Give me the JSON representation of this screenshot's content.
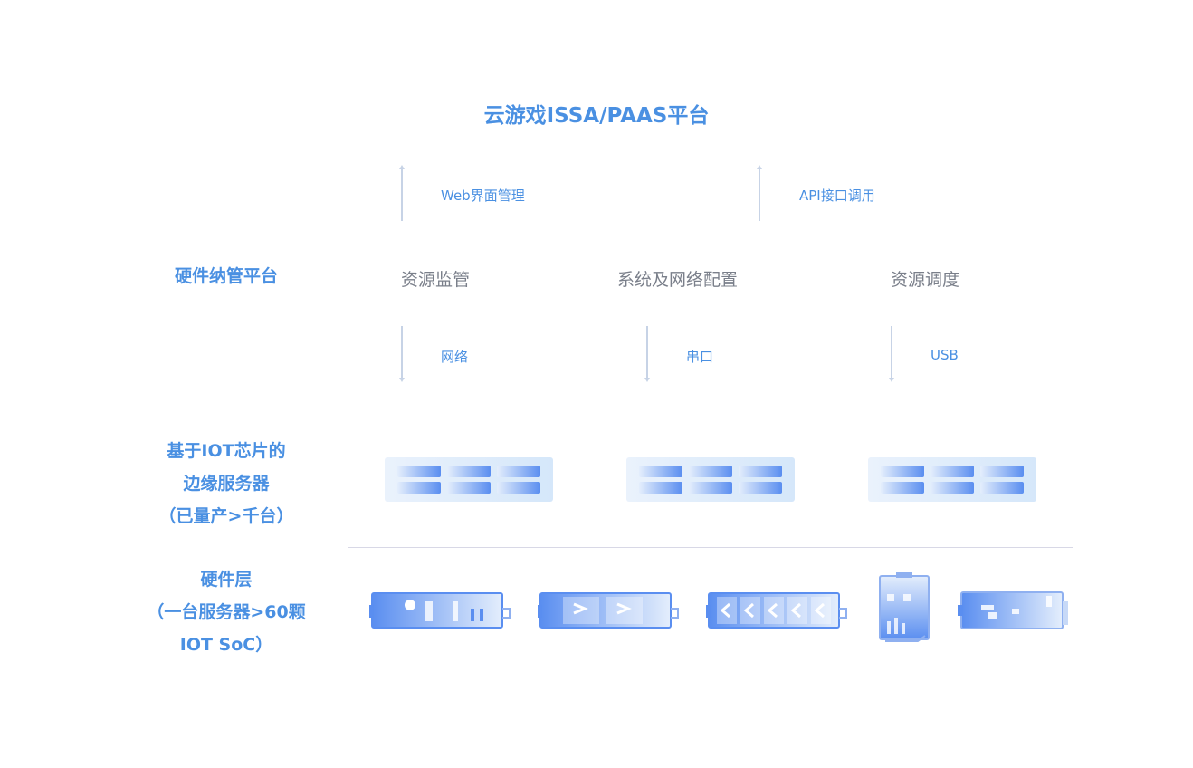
{
  "title": "云游戏ISSA/PAAS平台",
  "interfaces": [
    {
      "label": "Web界面管理"
    },
    {
      "label": "API接口调用"
    }
  ],
  "layers": {
    "management": "硬件纳管平台",
    "edge": [
      "基于IOT芯片的",
      "边缘服务器",
      "（已量产>千台）"
    ],
    "hardware": [
      "硬件层",
      "（一台服务器>60颗",
      "IOT SoC）"
    ]
  },
  "functions": [
    "资源监管",
    "系统及网络配置",
    "资源调度"
  ],
  "links": [
    "网络",
    "串口",
    "USB"
  ],
  "colors": {
    "accent": "#4a90e2",
    "muted": "#7a7f8a",
    "line": "#c7d3e6"
  },
  "edge_servers": 3,
  "hardware_devices": [
    "server-1u-a-icon",
    "server-1u-b-icon",
    "server-1u-c-icon",
    "board-vertical-icon",
    "server-1u-d-icon"
  ]
}
